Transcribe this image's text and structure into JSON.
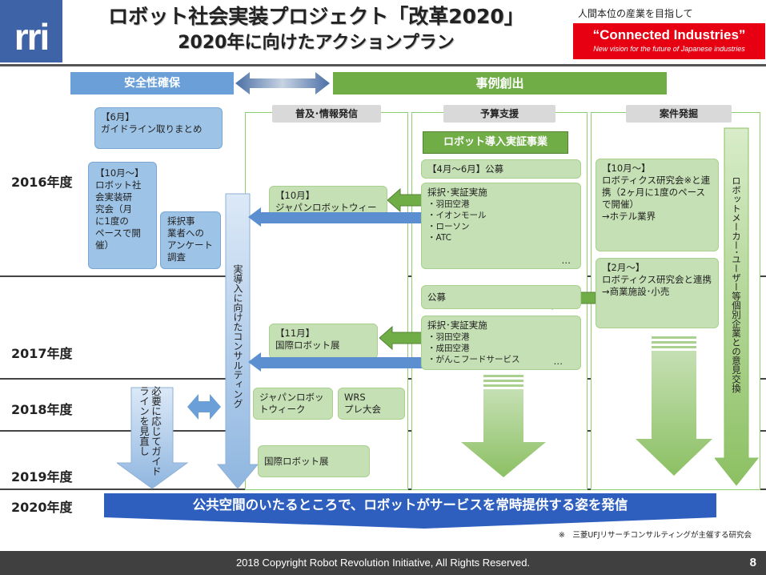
{
  "header": {
    "logo_text": "rri",
    "title_line1": "ロボット社会実装プロジェクト「改革2020」",
    "title_line2": "2020年に向けたアクションプラン",
    "ci_tagline": "人間本位の産業を目指して",
    "ci_title": "“Connected Industries”",
    "ci_subtitle": "New vision for the future of Japanese industries"
  },
  "top_bars": {
    "safety": "安全性確保",
    "cases": "事例創出"
  },
  "years": [
    "2016年度",
    "2017年度",
    "2018年度",
    "2019年度",
    "2020年度"
  ],
  "safety_column": {
    "guideline": [
      "【6月】",
      "ガイドライン取りまとめ"
    ],
    "study": [
      "【10月～】",
      "ロボット社",
      "会実装研",
      "究会（月",
      "に1度の",
      "ペースで開",
      "催）"
    ],
    "survey": [
      "採択事",
      "業者への",
      "アンケート",
      "調査"
    ],
    "consulting": "実導入に向けたコンサルティング",
    "review": "必要に応じてガイドラインを見直し"
  },
  "columns": {
    "dissemination": {
      "header": "普及･情報発信",
      "japan_week_2016": [
        "【10月】",
        "ジャパンロボットウィーク"
      ],
      "irex_2017": [
        "【11月】",
        "国際ロボット展"
      ],
      "japan_week_2018": [
        "ジャパンロボッ",
        "トウィーク"
      ],
      "wrs_2018": [
        "WRS",
        "プレ大会"
      ],
      "irex_2019": "国際ロボット展"
    },
    "budget": {
      "header": "予算支援",
      "program": "ロボット導入実証事業",
      "recruit_2016": "【4月～6月】公募",
      "impl_2016": {
        "title": "採択･実証実施",
        "items": [
          "・羽田空港",
          "・イオンモール",
          "・ローソン",
          "・ATC"
        ],
        "ellipsis": "…"
      },
      "recruit_2017": "公募",
      "impl_2017": {
        "title": "採択･実証実施",
        "items": [
          "・羽田空港",
          "・成田空港",
          "・がんこフードサービス"
        ],
        "ellipsis": "…"
      }
    },
    "projects": {
      "header": "案件発掘",
      "collab_2016": [
        "【10月～】",
        "ロボティクス研究会※と連",
        "携（2ヶ月に1度のペース",
        "で開催）",
        "→ホテル業界"
      ],
      "collab_2017": [
        "【2月～】",
        "ロボティクス研究会と連携",
        "→商業施設･小売"
      ],
      "exchange": "ロボットメーカー･ユーザー等個別企業との意見交換"
    }
  },
  "banner": "公共空間のいたるところで、ロボットがサービスを常時提供する姿を発信",
  "footnote": "※　三菱UFJリサーチコンサルティングが主催する研究会",
  "footer": {
    "copyright": "2018 Copyright Robot Revolution Initiative, All Rights Reserved.",
    "page": "8"
  },
  "colors": {
    "blue": "#6a9fd8",
    "green": "#70ad47",
    "light_green": "#c5e0b4",
    "light_blue": "#9dc3e6",
    "banner": "#2e5fbf",
    "brand_red": "#e60012"
  }
}
